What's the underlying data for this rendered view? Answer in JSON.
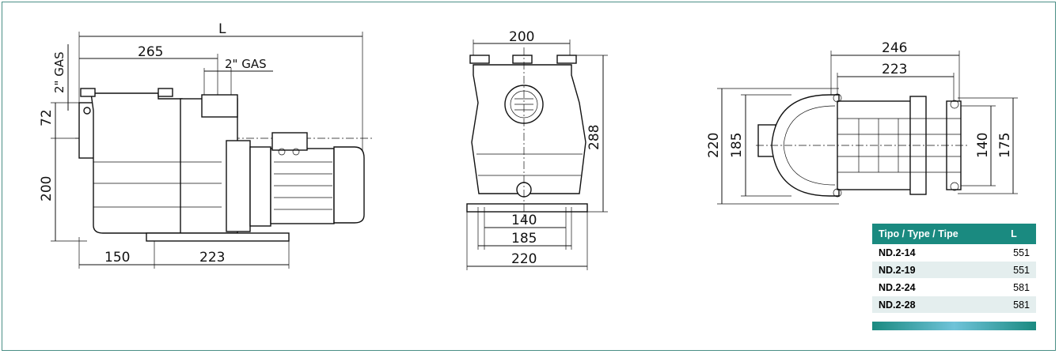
{
  "side_view": {
    "dim_L": "L",
    "dim_265": "265",
    "dim_gas_top": "2\" GAS",
    "dim_gas_left": "2\" GAS",
    "dim_72": "72",
    "dim_200": "200",
    "dim_150": "150",
    "dim_223": "223"
  },
  "front_view": {
    "dim_200": "200",
    "dim_288": "288",
    "dim_140": "140",
    "dim_185": "185",
    "dim_220": "220"
  },
  "top_view": {
    "dim_246": "246",
    "dim_223": "223",
    "dim_220": "220",
    "dim_185": "185",
    "dim_140": "140",
    "dim_175": "175"
  },
  "models_table": {
    "header_type": "Tipo / Type / Tipe",
    "header_L": "L",
    "rows": [
      {
        "model": "ND.2-14",
        "L": "551"
      },
      {
        "model": "ND.2-19",
        "L": "551"
      },
      {
        "model": "ND.2-24",
        "L": "581"
      },
      {
        "model": "ND.2-28",
        "L": "581"
      }
    ]
  },
  "colors": {
    "frame": "#4a8f86",
    "table_header": "#1a8a80",
    "table_stripe": "#e4eeee"
  }
}
